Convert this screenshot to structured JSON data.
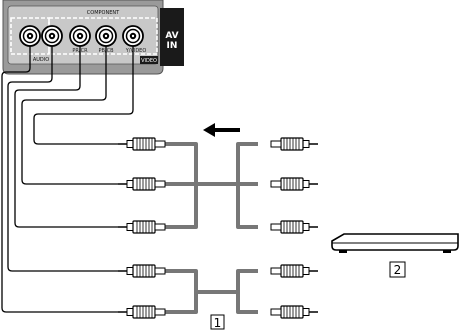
{
  "panel": {
    "group_label": "COMPONENT",
    "audio_label": "AUDIO",
    "video_label": "VIDEO",
    "av_line1": "AV",
    "av_line2": "IN",
    "jack_labels": [
      "",
      "",
      "PR/CR",
      "PB/CB",
      "Y/VIDEO"
    ]
  },
  "callouts": {
    "cable": "1",
    "player": "2"
  },
  "colors": {
    "panel_fill": "#9a9a9a",
    "panel_inner": "#c8c8c8",
    "av_block": "#1a1a1a",
    "cable": "#777777",
    "wire": "#000000"
  }
}
